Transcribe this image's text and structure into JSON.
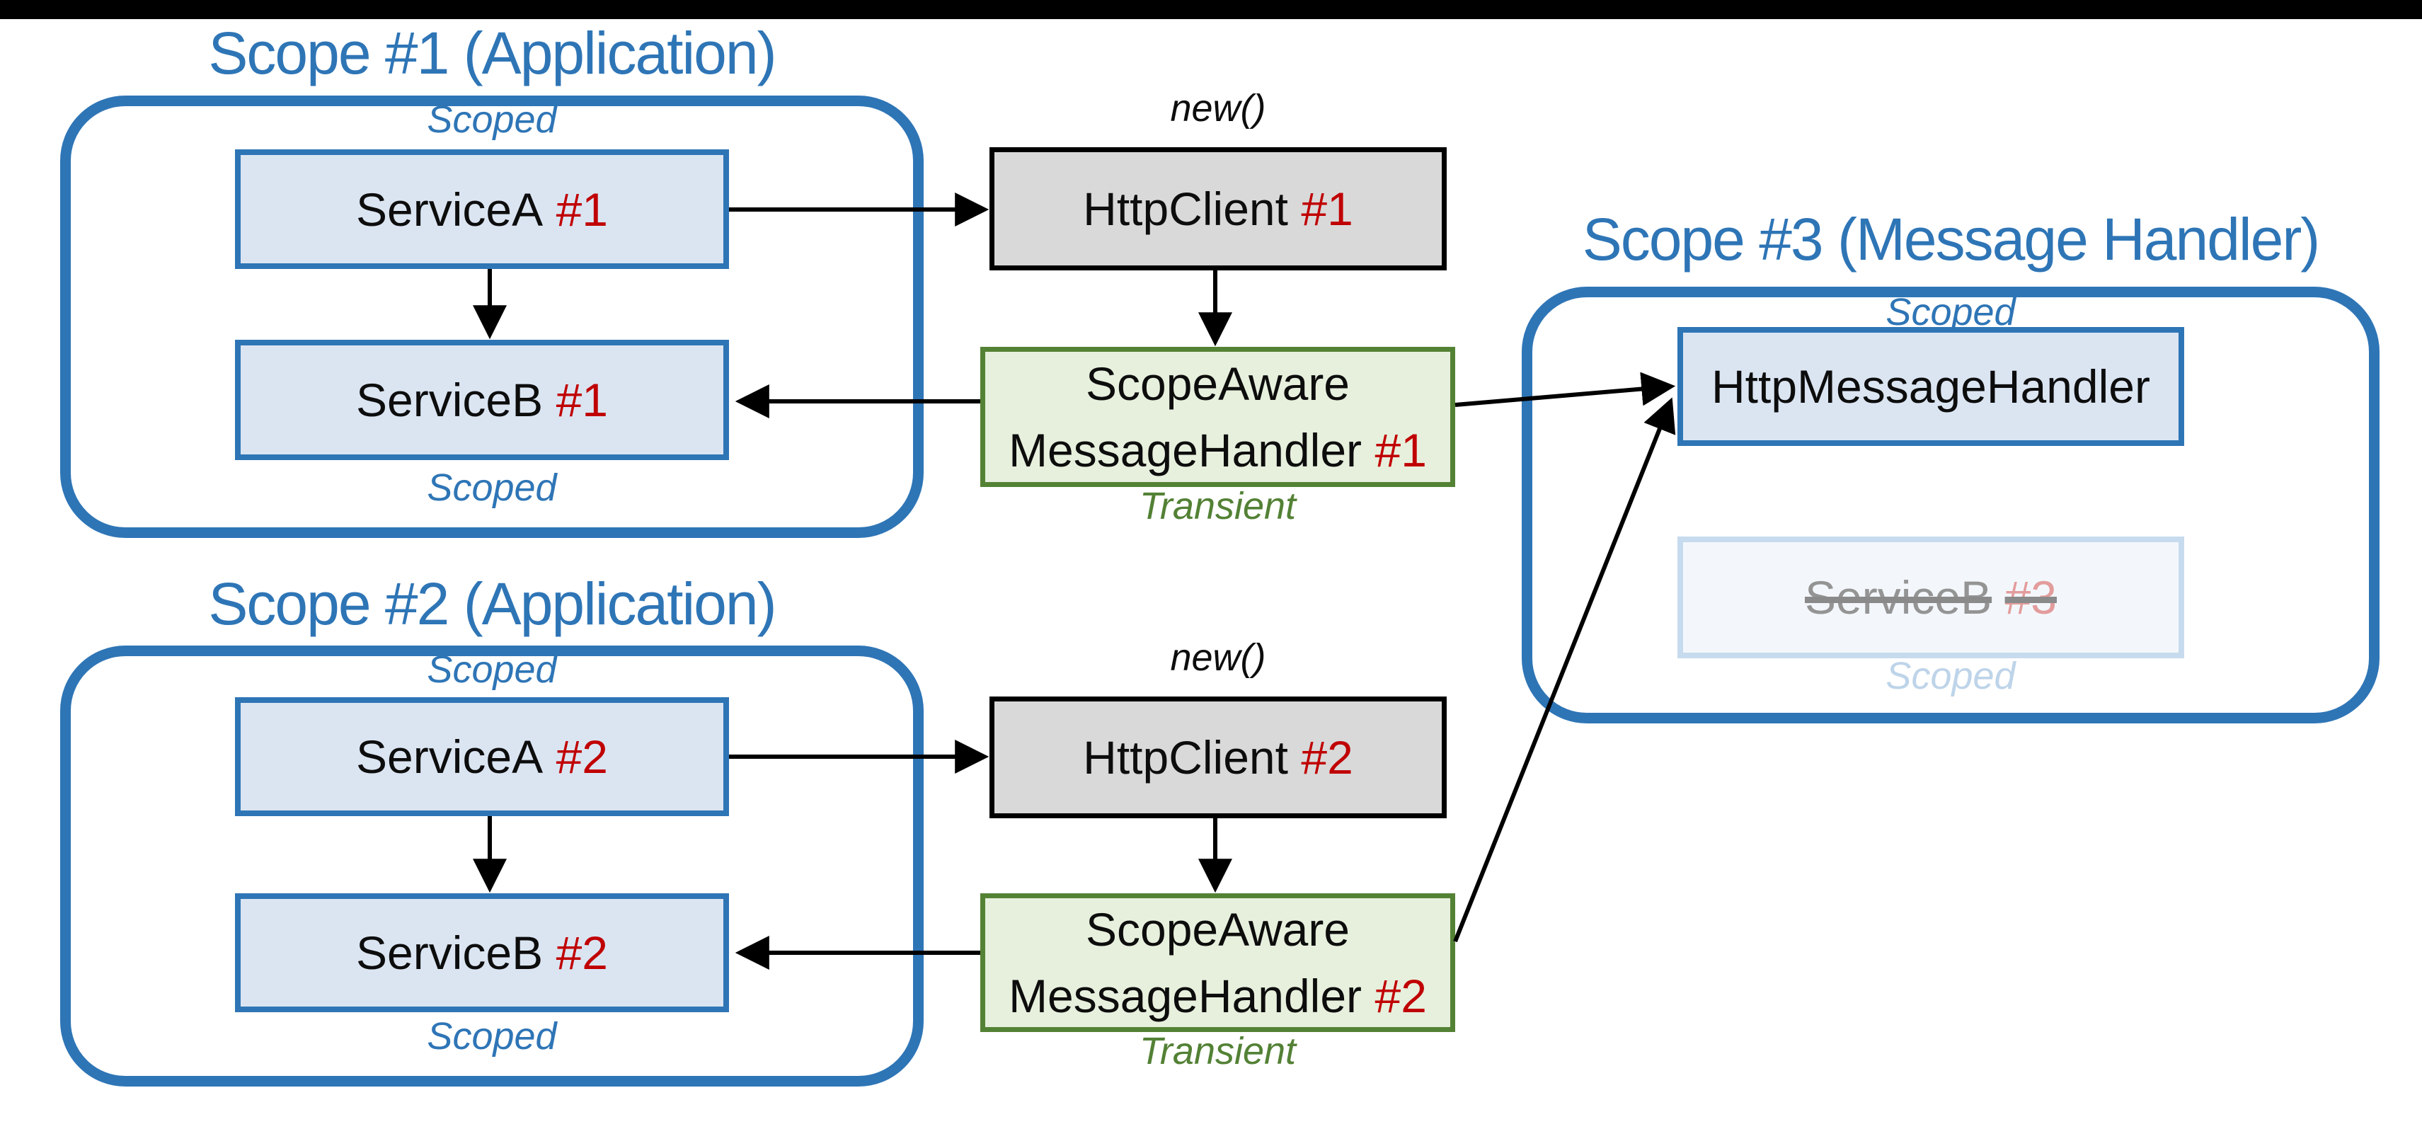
{
  "page": {
    "background": "#ffffff",
    "top_bar_color": "#000000"
  },
  "colors": {
    "accent_blue": "#2E75B6",
    "node_blue_fill": "#DBE5F2",
    "gray_fill": "#D9D9D9",
    "gray_border": "#000000",
    "green_fill": "#E7F0DD",
    "green_border": "#548235",
    "green_text": "#538135",
    "instance_red": "#C00000",
    "faded_fill": "#F3F7FB",
    "faded_border": "#C7DBEE",
    "faded_text": "#949494",
    "faded_red": "#E39C9C",
    "faded_label_blue": "#BED4E9",
    "arrow_black": "#000000"
  },
  "scope1": {
    "title": "Scope #1 (Application)",
    "scoped_top": "Scoped",
    "scoped_bottom": "Scoped",
    "service_a": {
      "name": "ServiceA",
      "instance": "#1"
    },
    "service_b": {
      "name": "ServiceB",
      "instance": "#1"
    }
  },
  "scope2": {
    "title": "Scope #2 (Application)",
    "scoped_top": "Scoped",
    "scoped_bottom": "Scoped",
    "service_a": {
      "name": "ServiceA",
      "instance": "#2"
    },
    "service_b": {
      "name": "ServiceB",
      "instance": "#2"
    }
  },
  "scope3": {
    "title": "Scope #3 (Message Handler)",
    "scoped_top": "Scoped",
    "scoped_bottom": "Scoped",
    "message_handler": {
      "name": "HttpMessageHandler"
    },
    "service_b": {
      "name": "ServiceB",
      "instance": "#3"
    }
  },
  "http_client1": {
    "annotation": "new()",
    "name": "HttpClient",
    "instance": "#1"
  },
  "http_client2": {
    "annotation": "new()",
    "name": "HttpClient",
    "instance": "#2"
  },
  "scope_aware_handler1": {
    "line1": "ScopeAware",
    "line2": "MessageHandler",
    "instance": "#1",
    "annotation": "Transient"
  },
  "scope_aware_handler2": {
    "line1": "ScopeAware",
    "line2": "MessageHandler",
    "instance": "#2",
    "annotation": "Transient"
  }
}
